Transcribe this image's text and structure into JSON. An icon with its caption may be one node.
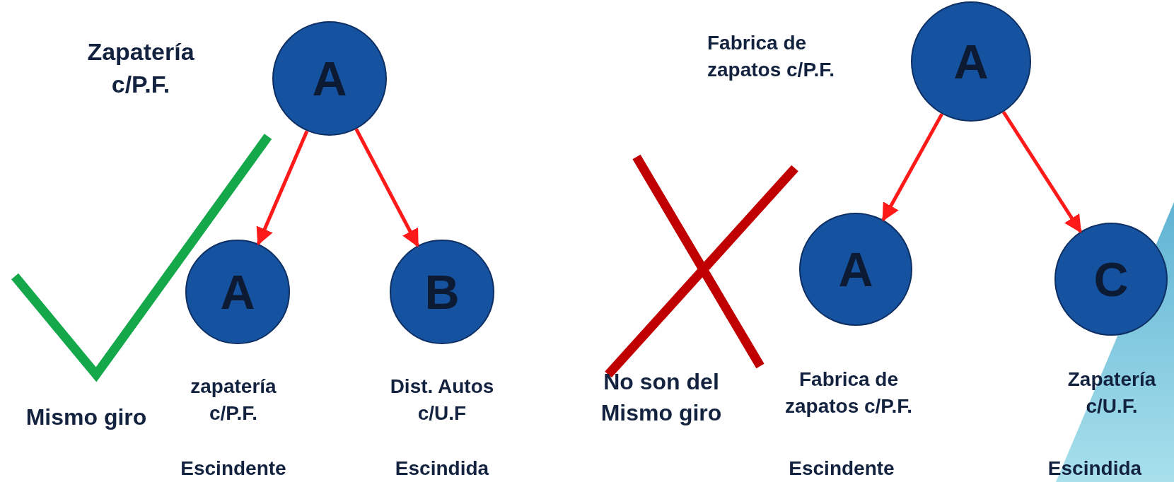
{
  "diagram": {
    "nodes": [
      {
        "text": [
          "A"
        ],
        "beside": [
          "Zapatería c/P.F."
        ]
      },
      {
        "text": [
          "A"
        ],
        "beside": [
          "zapatería c/P.F.",
          "Escindente"
        ]
      },
      {
        "text": [
          "B"
        ],
        "beside": [
          "Dist. Autos c/U.F",
          "Escindida"
        ]
      },
      {
        "text": [
          "A"
        ],
        "beside": [
          "Fabrica  de zapatos c/P.F."
        ]
      },
      {
        "text": [
          "A"
        ],
        "beside": [
          "Fabrica  de zapatos c/P.F.",
          "Escindente"
        ]
      },
      {
        "text": [
          "C"
        ],
        "beside": [
          "Zapatería c/U.F.",
          "Escindida"
        ]
      }
    ],
    "edges": [
      {
        "from": 0,
        "to": 1,
        "arrow": "to"
      },
      {
        "from": 0,
        "to": 2,
        "arrow": "to"
      },
      {
        "from": 3,
        "to": 4,
        "arrow": "to"
      },
      {
        "from": 3,
        "to": 5,
        "arrow": "to"
      }
    ],
    "labels": [
      "Mismo giro",
      "No son del Mismo giro"
    ]
  }
}
